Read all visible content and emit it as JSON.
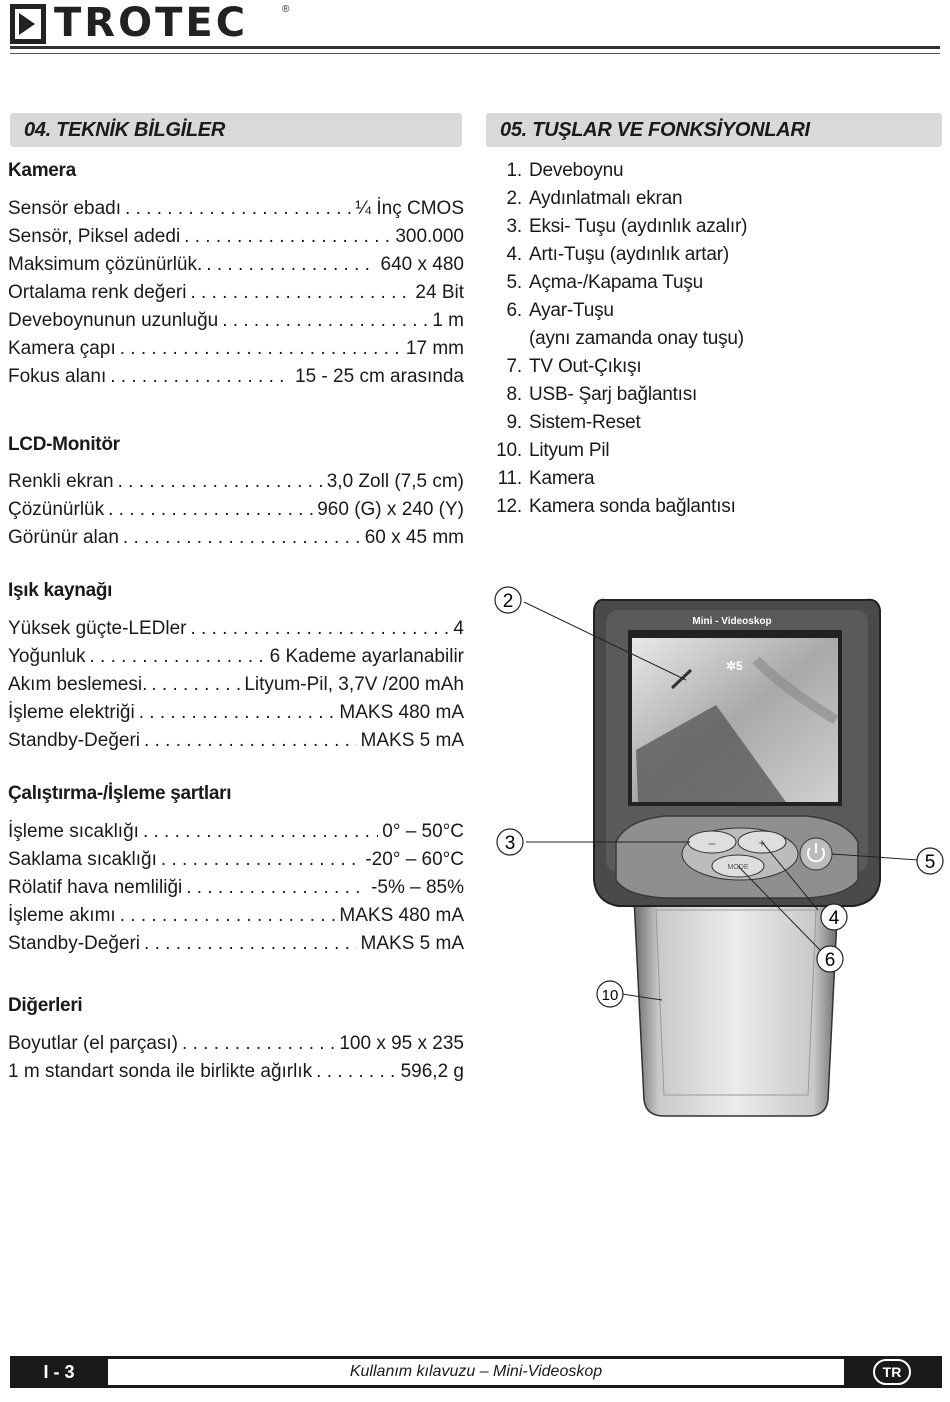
{
  "brand": {
    "name": "TROTEC",
    "registered": "®"
  },
  "tech": {
    "heading": "04. TEKNİK BİLGİLER",
    "camera": {
      "title": "Kamera",
      "rows": [
        {
          "label": "Sensör ebadı",
          "value": "¼ İnç CMOS"
        },
        {
          "label": "Sensör, Piksel adedi",
          "value": "300.000"
        },
        {
          "label": "Maksimum çözünürlük.",
          "value": "640 x 480"
        },
        {
          "label": "Ortalama renk değeri",
          "value": "24 Bit"
        },
        {
          "label": "Deveboynunun uzunluğu",
          "value": "1 m"
        },
        {
          "label": "Kamera çapı",
          "value": "17 mm"
        },
        {
          "label": "Fokus alanı",
          "value": "15 - 25 cm arasında"
        }
      ]
    },
    "lcd": {
      "title": "LCD-Monitör",
      "rows": [
        {
          "label": "Renkli ekran",
          "value": "3,0 Zoll (7,5 cm)"
        },
        {
          "label": "Çözünürlük",
          "value": "960 (G) x 240 (Y)"
        },
        {
          "label": "Görünür alan",
          "value": "60 x 45 mm"
        }
      ]
    },
    "light": {
      "title": "Işık kaynağı",
      "rows": [
        {
          "label": "Yüksek güçte-LEDler",
          "value": "4"
        },
        {
          "label": "Yoğunluk",
          "value": "6 Kademe ayarlanabilir"
        },
        {
          "label": "Akım beslemesi.",
          "value": "Lityum-Pil, 3,7V /200 mAh"
        },
        {
          "label": "İşleme elektriği",
          "value": "MAKS 480 mA"
        },
        {
          "label": "Standby-Değeri",
          "value": "MAKS 5 mA"
        }
      ]
    },
    "operating": {
      "title": "Çalıştırma-/İşleme şartları",
      "rows": [
        {
          "label": "İşleme sıcaklığı",
          "value": "0°  –  50°C"
        },
        {
          "label": "Saklama sıcaklığı",
          "value": "-20°  –  60°C"
        },
        {
          "label": "Rölatif hava nemliliği",
          "value": "-5%  –  85%"
        },
        {
          "label": "İşleme akımı",
          "value": "MAKS 480 mA"
        },
        {
          "label": "Standby-Değeri",
          "value": "MAKS 5 mA"
        }
      ]
    },
    "other": {
      "title": "Diğerleri",
      "rows": [
        {
          "label": "Boyutlar (el parçası)",
          "value": "100 x 95 x 235"
        },
        {
          "label": "1 m standart sonda ile birlikte ağırlık",
          "value": "596,2 g"
        }
      ]
    }
  },
  "keys": {
    "heading": "05. TUŞLAR VE FONKSİYONLARI",
    "items": [
      {
        "num": "1.",
        "text": "Deveboynu"
      },
      {
        "num": "2.",
        "text": "Aydınlatmalı ekran"
      },
      {
        "num": "3.",
        "text": "Eksi- Tuşu (aydınlık azalır)"
      },
      {
        "num": "4.",
        "text": "Artı-Tuşu (aydınlık artar)"
      },
      {
        "num": "5.",
        "text": "Açma-/Kapama Tuşu"
      },
      {
        "num": "6.",
        "text": "Ayar-Tuşu"
      },
      {
        "num": "",
        "text": "(aynı zamanda onay tuşu)"
      },
      {
        "num": "7.",
        "text": "TV Out-Çıkışı"
      },
      {
        "num": "8.",
        "text": "USB- Şarj bağlantısı"
      },
      {
        "num": "9.",
        "text": "Sistem-Reset"
      },
      {
        "num": "10.",
        "text": "Lityum Pil"
      },
      {
        "num": "11.",
        "text": "Kamera"
      },
      {
        "num": "12.",
        "text": "Kamera sonda bağlantısı"
      }
    ]
  },
  "device": {
    "label": "Mini - Videoskop",
    "screen_badge": "5",
    "minus": "–",
    "plus": "+",
    "mode": "MODE",
    "callouts": [
      "2",
      "3",
      "4",
      "5",
      "6",
      "10"
    ]
  },
  "footer": {
    "page": "I - 3",
    "title": "Kullanım kılavuzu  – Mini-Videoskop",
    "lang": "TR"
  }
}
